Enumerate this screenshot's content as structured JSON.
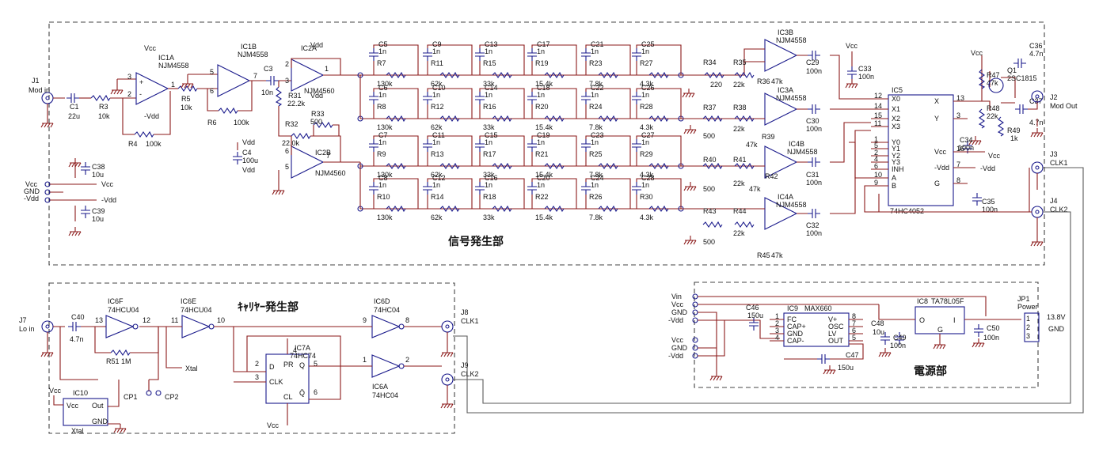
{
  "sections": {
    "signal": "信号発生部",
    "carrier": "ｷｬﾘﾔｰ発生部",
    "power": "電源部"
  },
  "connectors": {
    "j1": "J1",
    "j1_sub": "Mod in",
    "j2": "J2",
    "j2_sub": "Mod Out",
    "j3": "J3",
    "j3_sub": "CLK1",
    "j4": "J4",
    "j4_sub": "CLK2",
    "j7": "J7",
    "j7_sub": "Lo in",
    "j8": "J8",
    "j8_sub": "CLK1",
    "j9": "J9",
    "j9_sub": "CLK2",
    "jp1": "JP1",
    "jp1_sub": "Power",
    "jp1_v": "13.8V",
    "jp1_gnd": "GND"
  },
  "ics": {
    "ic1a": "IC1A",
    "ic1a_t": "NJM4558",
    "ic1b": "IC1B",
    "ic1b_t": "NJM4558",
    "ic2a": "IC2A",
    "ic2a_t": "NJM4560",
    "ic2b": "IC2B",
    "ic2b_t": "NJM4560",
    "ic3a": "IC3A",
    "ic3a_t": "NJM4558",
    "ic3b": "IC3B",
    "ic3b_t": "NJM4558",
    "ic4a": "IC4A",
    "ic4a_t": "NJM4558",
    "ic4b": "IC4B",
    "ic4b_t": "NJM4558",
    "ic5": "IC5",
    "ic5_t": "74HC4052",
    "ic6a": "IC6A",
    "ic6a_t": "74HC04",
    "ic6d": "IC6D",
    "ic6d_t": "74HC04",
    "ic6e": "IC6E",
    "ic6e_t": "74HCU04",
    "ic6f": "IC6F",
    "ic6f_t": "74HCU04",
    "ic7a": "IC7A",
    "ic7a_t": "74HC74",
    "ic8": "IC8",
    "ic8_t": "TA78L05F",
    "ic9": "IC9",
    "ic9_t": "MAX660",
    "ic10": "IC10",
    "q1": "Q1",
    "q1_t": "2SC1815"
  },
  "passives": {
    "c1": "C1",
    "c1_v": "22u",
    "r3": "R3",
    "r3_v": "10k",
    "r4": "R4",
    "r4_v": "100k",
    "r5": "R5",
    "r5_v": "10k",
    "r6": "R6",
    "r6_v": "100k",
    "c3": "C3",
    "c3_v": "10n",
    "r31": "R31",
    "r31_v": "22.2k",
    "r32": "R32",
    "r32_v": "22.0k",
    "r33": "R33",
    "r33_v": "500",
    "c4": "C4",
    "c4_v": "100u",
    "c38": "C38",
    "c38_v": "10u",
    "c39": "C39",
    "c39_v": "10u",
    "r34": "R34",
    "r34_v": "220",
    "r35": "R35",
    "r35_v": "22k",
    "r36": "R36",
    "r36_v": "47k",
    "r37": "R37",
    "r37_v": "500",
    "r38": "R38",
    "r38_v": "22k",
    "r39": "R39",
    "r39_v": "47k",
    "r40": "R40",
    "r40_v": "500",
    "r41": "R41",
    "r41_v": "22k",
    "r42": "R42",
    "r42_v": "47k",
    "r43": "R43",
    "r43_v": "500",
    "r44": "R44",
    "r44_v": "22k",
    "r45": "R45",
    "r45_v": "47k",
    "c29": "C29",
    "c29_v": "100n",
    "c30": "C30",
    "c30_v": "100n",
    "c31": "C31",
    "c31_v": "100n",
    "c32": "C32",
    "c32_v": "100n",
    "c33": "C33",
    "c33_v": "100n",
    "c34": "C34",
    "c34_v": "100n",
    "c35": "C35",
    "c35_v": "100n",
    "c36": "C36",
    "c36_v": "4.7n",
    "c37": "C37",
    "c37_v": "4.7n",
    "r47": "R47",
    "r47_v": "47k",
    "r48": "R48",
    "r48_v": "22k",
    "r49": "R49",
    "r49_v": "1k",
    "c40": "C40",
    "c40_v": "4.7n",
    "r51": "R51 1M",
    "c46": "C46",
    "c46_v": "150u",
    "c47": "C47",
    "c47_v": "150u",
    "c48": "C48",
    "c48_v": "10u",
    "c49": "C49",
    "c49_v": "100n",
    "c50": "C50",
    "c50_v": "100n"
  },
  "ladder": {
    "rows": [
      {
        "caps": [
          "C5",
          "C9",
          "C13",
          "C17",
          "C21",
          "C25"
        ],
        "res": [
          "R7",
          "R11",
          "R15",
          "R19",
          "R23",
          "R27"
        ]
      },
      {
        "caps": [
          "C6",
          "C10",
          "C14",
          "C18",
          "C22",
          "C26"
        ],
        "res": [
          "R8",
          "R12",
          "R16",
          "R20",
          "R24",
          "R28"
        ]
      },
      {
        "caps": [
          "C7",
          "C11",
          "C15",
          "C19",
          "C23",
          "C27"
        ],
        "res": [
          "R9",
          "R13",
          "R17",
          "R21",
          "R25",
          "R29"
        ]
      },
      {
        "caps": [
          "C8",
          "C12",
          "C16",
          "C20",
          "C24",
          "C28"
        ],
        "res": [
          "R10",
          "R14",
          "R18",
          "R22",
          "R26",
          "R30"
        ]
      }
    ],
    "cap_value": "1n",
    "res_values": [
      "130k",
      "62k",
      "33k",
      "15.4k",
      "7.8k",
      "4.3k"
    ]
  },
  "nets": {
    "vcc": "Vcc",
    "vdd": "Vdd",
    "nvdd": "-Vdd",
    "gnd": "GND",
    "vin": "Vin",
    "xtal": "Xtal",
    "cp1": "CP1",
    "cp2": "CP2",
    "out": "Out"
  },
  "ic5_pins": {
    "left": [
      "X0",
      "X1",
      "X2",
      "X3",
      "Y0",
      "Y1",
      "Y2",
      "Y3",
      "INH",
      "A",
      "B"
    ],
    "right": [
      "X",
      "Y",
      "Vcc",
      "-Vdd",
      "G"
    ],
    "lnum": [
      "12",
      "14",
      "15",
      "11",
      "1",
      "5",
      "2",
      "4",
      "6",
      "10",
      "9"
    ],
    "rnum": [
      "13",
      "3",
      "16",
      "7",
      "8"
    ]
  },
  "ic9_pins": {
    "left": [
      "FC",
      "CAP+",
      "GND",
      "CAP-"
    ],
    "right": [
      "V+",
      "OSC",
      "LV",
      "OUT"
    ],
    "lnum": [
      "1",
      "2",
      "3",
      "4"
    ],
    "rnum": [
      "8",
      "7",
      "6",
      "5"
    ]
  },
  "ic7_pins": {
    "d": "D",
    "clk": "CLK",
    "q": "Q",
    "qn": "Q̄",
    "pr": "PR",
    "cl": "CL"
  },
  "ic8_pins": {
    "o": "O",
    "i": "I",
    "g": "G"
  },
  "jp1_pins": [
    "1",
    "2",
    "3"
  ],
  "colors": {
    "wire": "#8b1a1a",
    "part": "#1a1a8b",
    "box": "#444444"
  }
}
